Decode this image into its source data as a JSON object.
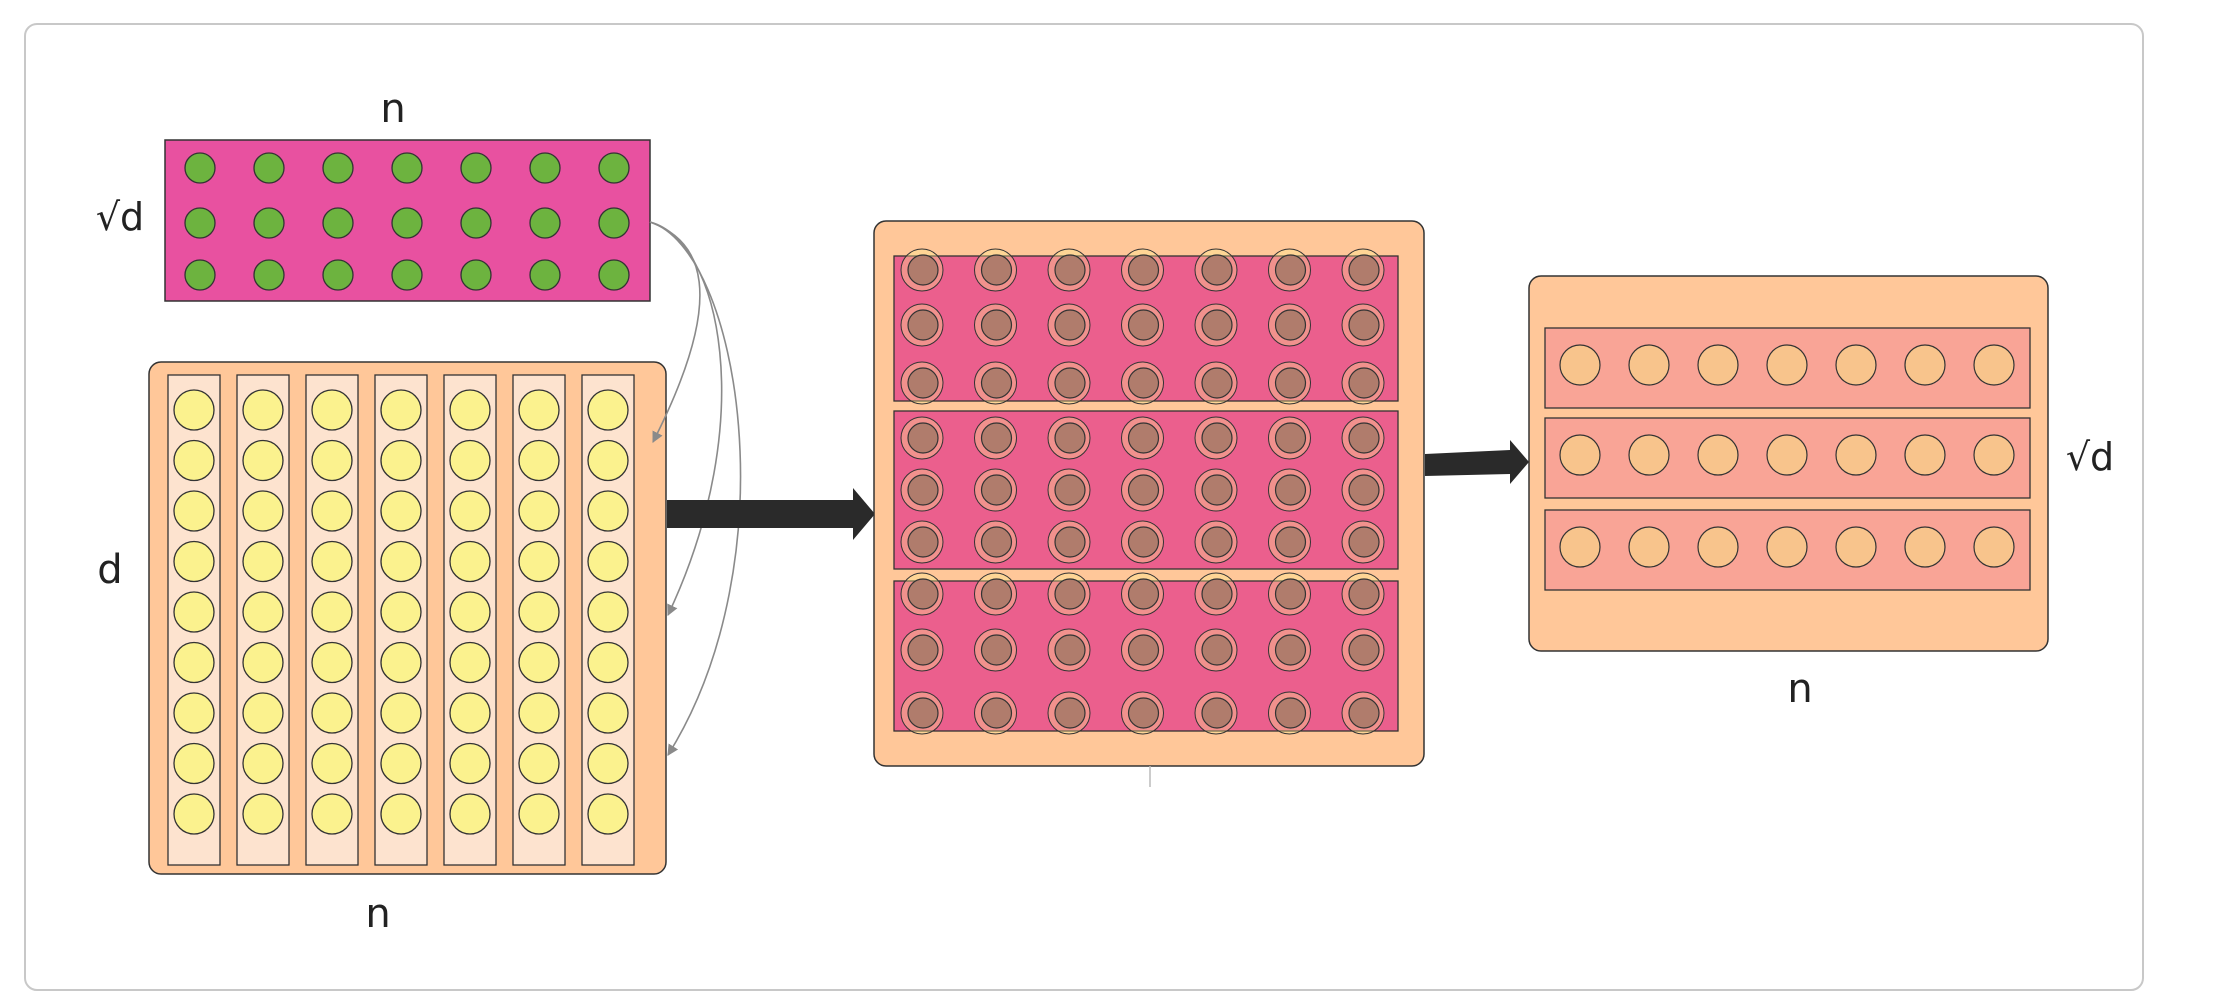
{
  "labels": {
    "key_top": "n",
    "key_left": "√d",
    "query_left": "d",
    "query_bottom": "n",
    "output_right": "√d",
    "output_bottom": "n"
  },
  "grids": {
    "key_matrix": {
      "rows": 3,
      "cols": 7
    },
    "query_matrix": {
      "rows": 9,
      "cols": 7
    },
    "product_matrix": {
      "groups": 3,
      "rows_per_group": 3,
      "cols": 7
    },
    "output_matrix": {
      "rows": 3,
      "cols": 7
    }
  },
  "colors": {
    "frame_border": "#c8c8c8",
    "key_fill": "#e851a0",
    "key_dot": "#6db33f",
    "peach_panel": "#ffc799",
    "column_strip": "#fde3cf",
    "query_dot": "#fbf28e",
    "product_band": "#eb5f8d",
    "product_dot": "#b07c6c",
    "output_band": "#f9a496",
    "output_dot": "#f8c48c",
    "arrow": "#2a2a2a",
    "connector": "#8a8a8a"
  }
}
